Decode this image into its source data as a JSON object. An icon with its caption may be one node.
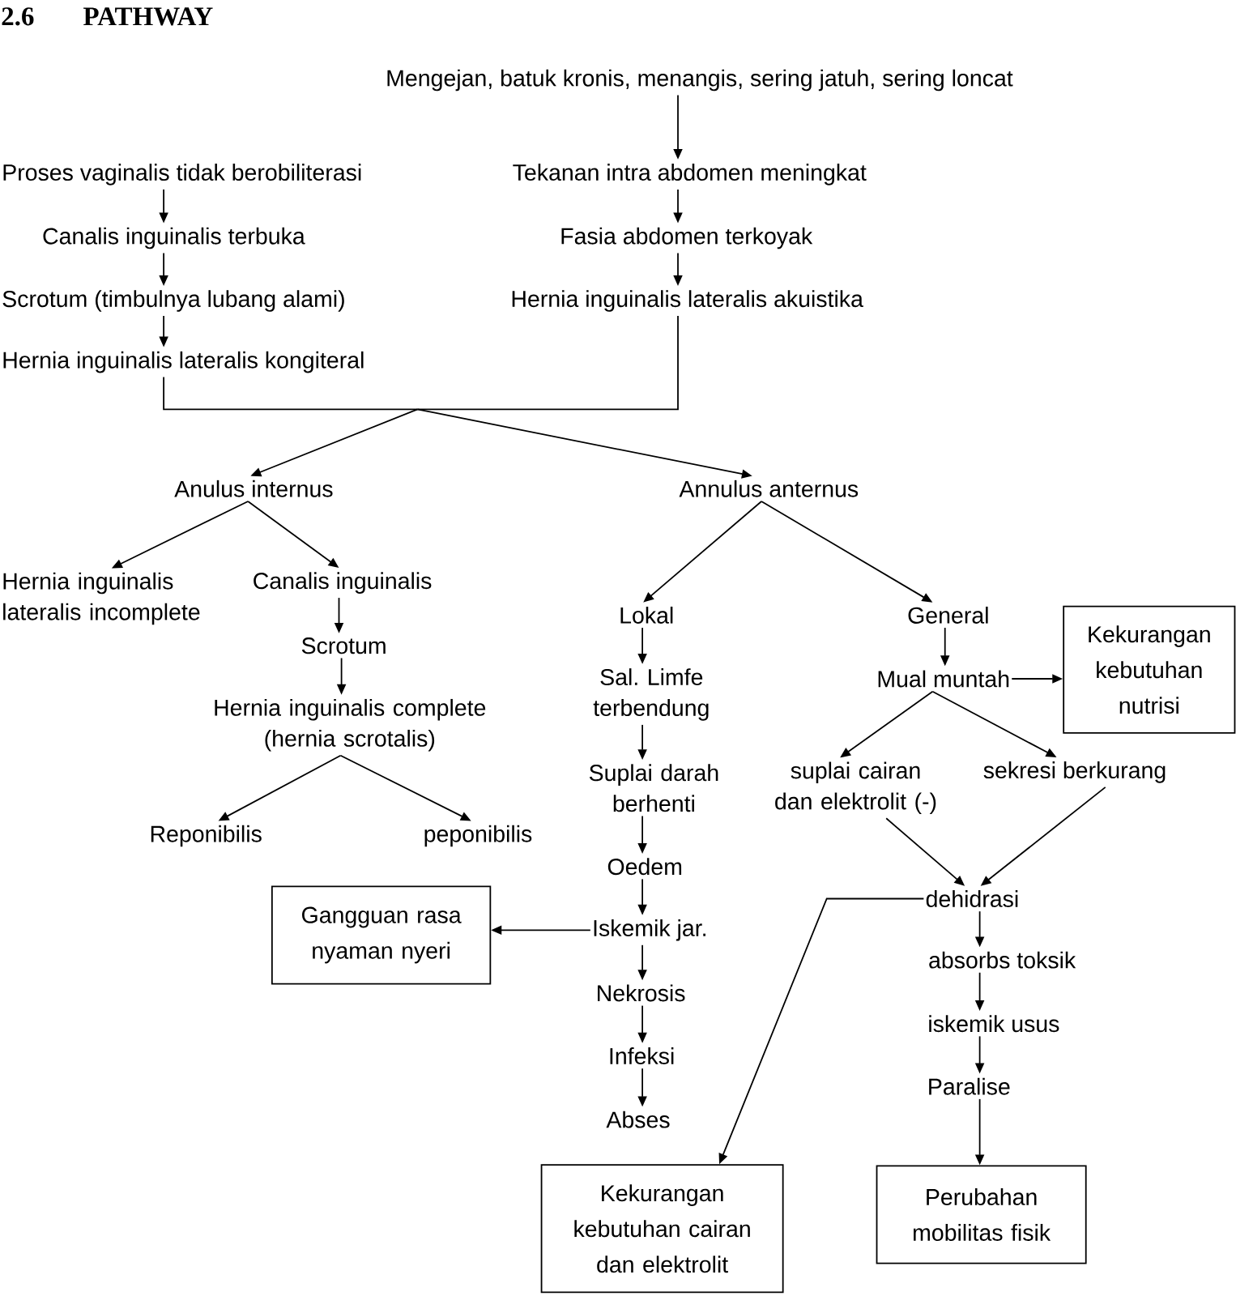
{
  "diagram": {
    "title": "2.6 PATHWAY",
    "nodes": [
      {
        "text": [
          "Mengejan, batuk kronis, menangis, sering jatuh, sering loncat"
        ]
      },
      {
        "text": [
          "Proses vaginalis tidak berobiliterasi"
        ]
      },
      {
        "text": [
          "Tekanan intra abdomen meningkat"
        ]
      },
      {
        "text": [
          "Canalis inguinalis terbuka"
        ]
      },
      {
        "text": [
          "Fasia abdomen terkoyak"
        ]
      },
      {
        "text": [
          "Scrotum (timbulnya lubang alami)"
        ]
      },
      {
        "text": [
          "Hernia inguinalis lateralis akuistika"
        ]
      },
      {
        "text": [
          "Hernia inguinalis lateralis kongiteral"
        ]
      },
      {
        "text": [
          "Anulus internus"
        ]
      },
      {
        "text": [
          "Annulus anternus"
        ]
      },
      {
        "text": [
          "Hernia inguinalis lateralis incomplete"
        ]
      },
      {
        "text": [
          "Canalis inguinalis"
        ]
      },
      {
        "text": [
          "Lokal"
        ]
      },
      {
        "text": [
          "General"
        ]
      },
      {
        "text": [
          "Kekurangan kebutuhan nutrisi"
        ]
      },
      {
        "text": [
          "Scrotum"
        ]
      },
      {
        "text": [
          "Sal. Limfe terbendung"
        ]
      },
      {
        "text": [
          "Mual muntah"
        ]
      },
      {
        "text": [
          "Hernia inguinalis complete (hernia scrotalis)"
        ]
      },
      {
        "text": [
          "Suplai darah berhenti"
        ]
      },
      {
        "text": [
          "suplai cairan dan elektrolit (-)"
        ]
      },
      {
        "text": [
          "sekresi berkurang"
        ]
      },
      {
        "text": [
          "Reponibilis"
        ]
      },
      {
        "text": [
          "peponibilis"
        ]
      },
      {
        "text": [
          "Oedem"
        ]
      },
      {
        "text": [
          "Gangguan rasa nyaman nyeri"
        ]
      },
      {
        "text": [
          "dehidrasi"
        ]
      },
      {
        "text": [
          "Iskemik jar."
        ]
      },
      {
        "text": [
          "Nekrosis"
        ]
      },
      {
        "text": [
          "absorbs toksik"
        ]
      },
      {
        "text": [
          "Infeksi"
        ]
      },
      {
        "text": [
          "iskemik usus"
        ]
      },
      {
        "text": [
          "Abses"
        ]
      },
      {
        "text": [
          "Paralise"
        ]
      },
      {
        "text": [
          "Kekurangan kebutuhan cairan dan elektrolit"
        ]
      },
      {
        "text": [
          "Perubahan mobilitas fisik"
        ]
      }
    ],
    "edges": [
      {
        "from": 0,
        "to": 2,
        "arrow": "to"
      },
      {
        "from": 1,
        "to": 3,
        "arrow": "to"
      },
      {
        "from": 3,
        "to": 5,
        "arrow": "to"
      },
      {
        "from": 5,
        "to": 7,
        "arrow": "to"
      },
      {
        "from": 2,
        "to": 4,
        "arrow": "to"
      },
      {
        "from": 4,
        "to": 6,
        "arrow": "to"
      },
      {
        "from": 7,
        "to": 8,
        "arrow": "to"
      },
      {
        "from": 7,
        "to": 9,
        "arrow": "to"
      },
      {
        "from": 6,
        "to": 8,
        "arrow": "to"
      },
      {
        "from": 6,
        "to": 9,
        "arrow": "to"
      },
      {
        "from": 8,
        "to": 10,
        "arrow": "to"
      },
      {
        "from": 8,
        "to": 11,
        "arrow": "to"
      },
      {
        "from": 9,
        "to": 12,
        "arrow": "to"
      },
      {
        "from": 9,
        "to": 13,
        "arrow": "to"
      },
      {
        "from": 11,
        "to": 15,
        "arrow": "to"
      },
      {
        "from": 15,
        "to": 18,
        "arrow": "to"
      },
      {
        "from": 18,
        "to": 22,
        "arrow": "to"
      },
      {
        "from": 18,
        "to": 23,
        "arrow": "to"
      },
      {
        "from": 12,
        "to": 16,
        "arrow": "to"
      },
      {
        "from": 16,
        "to": 19,
        "arrow": "to"
      },
      {
        "from": 19,
        "to": 24,
        "arrow": "to"
      },
      {
        "from": 24,
        "to": 27,
        "arrow": "to"
      },
      {
        "from": 27,
        "to": 25,
        "arrow": "to"
      },
      {
        "from": 27,
        "to": 28,
        "arrow": "to"
      },
      {
        "from": 28,
        "to": 30,
        "arrow": "to"
      },
      {
        "from": 30,
        "to": 32,
        "arrow": "to"
      },
      {
        "from": 13,
        "to": 17,
        "arrow": "to"
      },
      {
        "from": 17,
        "to": 14,
        "arrow": "to"
      },
      {
        "from": 17,
        "to": 20,
        "arrow": "to"
      },
      {
        "from": 17,
        "to": 21,
        "arrow": "to"
      },
      {
        "from": 20,
        "to": 26,
        "arrow": "to"
      },
      {
        "from": 21,
        "to": 26,
        "arrow": "to"
      },
      {
        "from": 26,
        "to": 34,
        "arrow": "to"
      },
      {
        "from": 26,
        "to": 29,
        "arrow": "to"
      },
      {
        "from": 29,
        "to": 31,
        "arrow": "to"
      },
      {
        "from": 31,
        "to": 33,
        "arrow": "to"
      },
      {
        "from": 33,
        "to": 35,
        "arrow": "to"
      }
    ]
  }
}
